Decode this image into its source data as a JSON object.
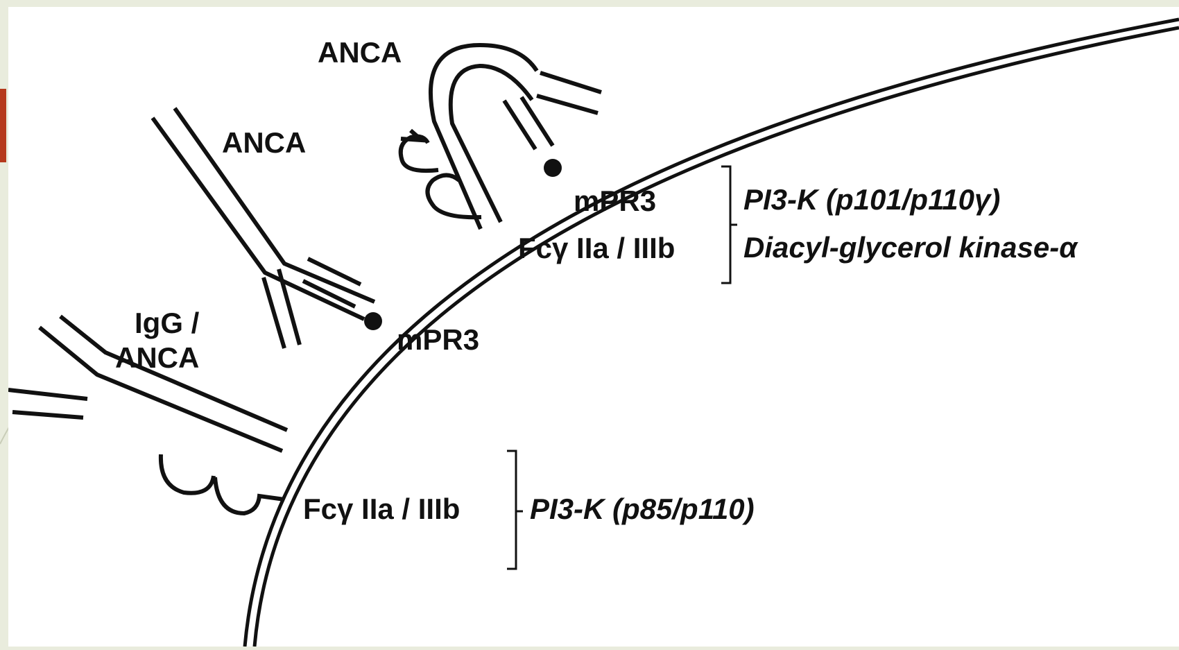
{
  "labels": {
    "anca_top": "ANCA",
    "anca_mid": "ANCA",
    "igg_anca_line1": "IgG /",
    "igg_anca_line2": "ANCA",
    "mpr3_upper": "mPR3",
    "fc_upper": "Fcγ IIa  / IIIb",
    "mpr3_lower": "mPR3",
    "fc_lower": "Fcγ IIa  / IIIb"
  },
  "pathways": {
    "upper": [
      "PI3-K (p101/p110γ)",
      "Diacyl-glycerol kinase-α"
    ],
    "lower": "PI3-K (p85/p110)"
  },
  "colors": {
    "ink": "#111111",
    "background": "#e9ecdd",
    "accent": "#b5391c"
  }
}
